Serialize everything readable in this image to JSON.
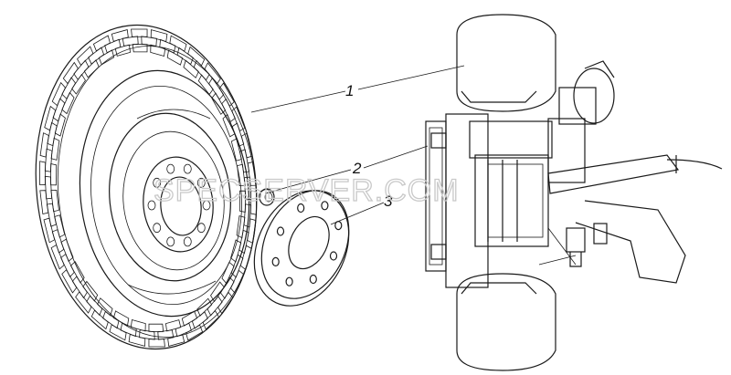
{
  "callouts": [
    {
      "label": "1"
    },
    {
      "label": "2"
    },
    {
      "label": "3"
    }
  ],
  "watermark": "SPECSERVER.COM"
}
